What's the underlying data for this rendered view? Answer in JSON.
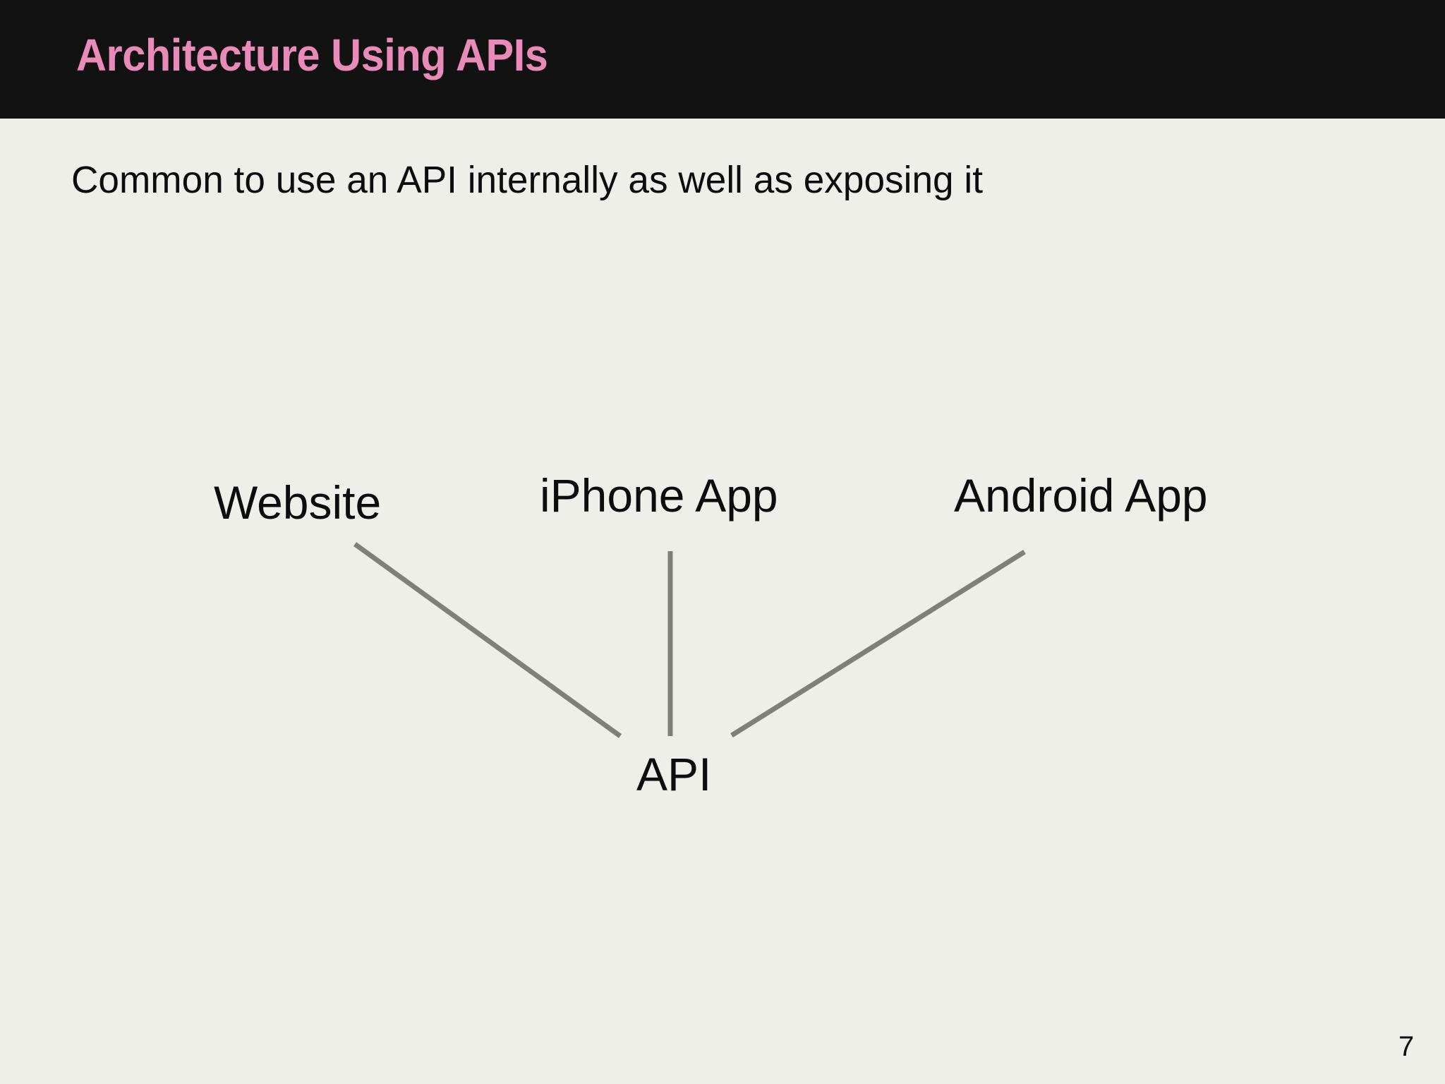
{
  "slide": {
    "title": "Architecture Using APIs",
    "subtitle": "Common to use an API internally as well as exposing it",
    "page_number": "7",
    "colors": {
      "header_background": "#131212",
      "title_text": "#E98BB8",
      "slide_background": "#EFEFEA",
      "body_text": "#0D0D0D",
      "connector_line": "#7F8079"
    }
  },
  "diagram": {
    "type": "hub-and-spoke",
    "hub": {
      "id": "api",
      "label": "API"
    },
    "clients": [
      {
        "id": "website",
        "label": "Website"
      },
      {
        "id": "iphone-app",
        "label": "iPhone App"
      },
      {
        "id": "android-app",
        "label": "Android App"
      }
    ],
    "connectors": [
      {
        "from": "website",
        "to": "api"
      },
      {
        "from": "iphone-app",
        "to": "api"
      },
      {
        "from": "android-app",
        "to": "api"
      }
    ]
  }
}
